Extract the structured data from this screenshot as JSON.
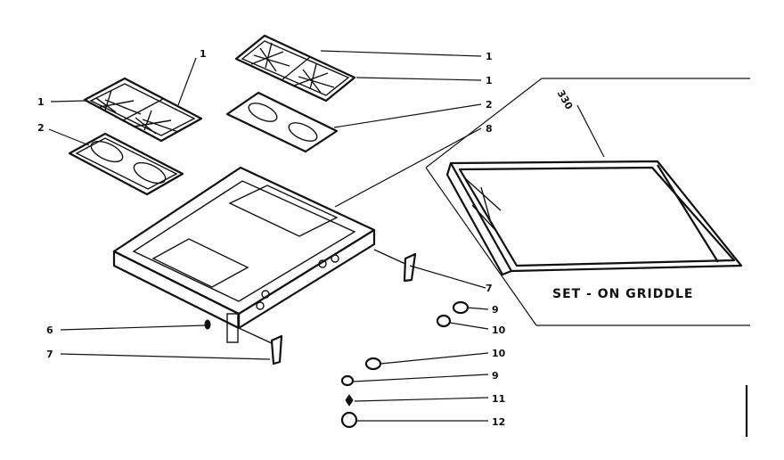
{
  "caption": "SET - ON GRIDDLE",
  "callouts": [
    {
      "id": "grate-top-1",
      "text": "1"
    },
    {
      "id": "grate-top-2",
      "text": "1"
    },
    {
      "id": "grate-left-a",
      "text": "1"
    },
    {
      "id": "grate-left-b",
      "text": "1"
    },
    {
      "id": "burner-pan-right",
      "text": "2"
    },
    {
      "id": "burner-pan-left",
      "text": "2"
    },
    {
      "id": "cooktop-frame",
      "text": "8"
    },
    {
      "id": "griddle",
      "text": "330"
    },
    {
      "id": "bracket-right",
      "text": "7"
    },
    {
      "id": "bracket-left",
      "text": "7"
    },
    {
      "id": "screw",
      "text": "6"
    },
    {
      "id": "knob-a",
      "text": "9"
    },
    {
      "id": "bezel-a",
      "text": "10"
    },
    {
      "id": "bezel-b",
      "text": "10"
    },
    {
      "id": "knob-b",
      "text": "9"
    },
    {
      "id": "spring",
      "text": "11"
    },
    {
      "id": "washer",
      "text": "12"
    }
  ]
}
